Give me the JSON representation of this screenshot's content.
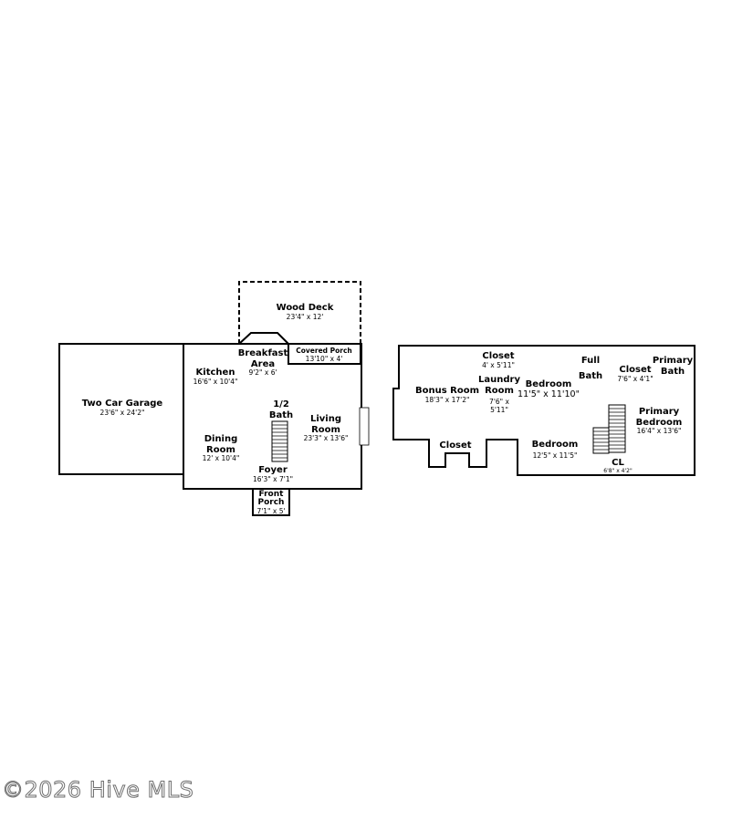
{
  "watermark": "©2026 Hive MLS",
  "rooms": {
    "wood_deck": {
      "name": "Wood Deck",
      "dim": "23'4\" x 12'"
    },
    "breakfast": {
      "name1": "Breakfast",
      "name2": "Area",
      "dim": "9'2\" x 6'"
    },
    "covered_porch": {
      "name": "Covered Porch",
      "dim": "13'10\" x 4'"
    },
    "kitchen": {
      "name": "Kitchen",
      "dim": "16'6\" x 10'4\""
    },
    "garage": {
      "name": "Two Car Garage",
      "dim": "23'6\" x 24'2\""
    },
    "half_bath": {
      "name1": "1/2",
      "name2": "Bath"
    },
    "living": {
      "name1": "Living",
      "name2": "Room",
      "dim": "23'3\" x 13'6\""
    },
    "dining": {
      "name1": "Dining",
      "name2": "Room",
      "dim": "12' x 10'4\""
    },
    "foyer": {
      "name": "Foyer",
      "dim": "16'3\" x 7'1\""
    },
    "front_porch": {
      "name1": "Front",
      "name2": "Porch",
      "dim": "7'1\" x 5'"
    },
    "closet_top": {
      "name": "Closet",
      "dim": "4' x 5'11\""
    },
    "full_bath": {
      "name1": "Full",
      "name2": "Bath"
    },
    "closet_right": {
      "name": "Closet",
      "dim": "7'6\" x 4'1\""
    },
    "primary_bath": {
      "name1": "Primary",
      "name2": "Bath"
    },
    "bonus": {
      "name": "Bonus Room",
      "dim": "18'3\" x 17'2\""
    },
    "laundry": {
      "name1": "Laundry",
      "name2": "Room",
      "dim1": "7'6\" x",
      "dim2": "5'11\""
    },
    "bedroom_a": {
      "name": "Bedroom",
      "dim": "11'5\" x 11'10\""
    },
    "primary_bed": {
      "name1": "Primary",
      "name2": "Bedroom",
      "dim": "16'4\" x 13'6\""
    },
    "closet_bottom": {
      "name": "Closet"
    },
    "bedroom_b": {
      "name": "Bedroom",
      "dim": "12'5\" x 11'5\""
    },
    "cl": {
      "name": "CL",
      "dim": "6'8\" x 4'2\""
    }
  }
}
